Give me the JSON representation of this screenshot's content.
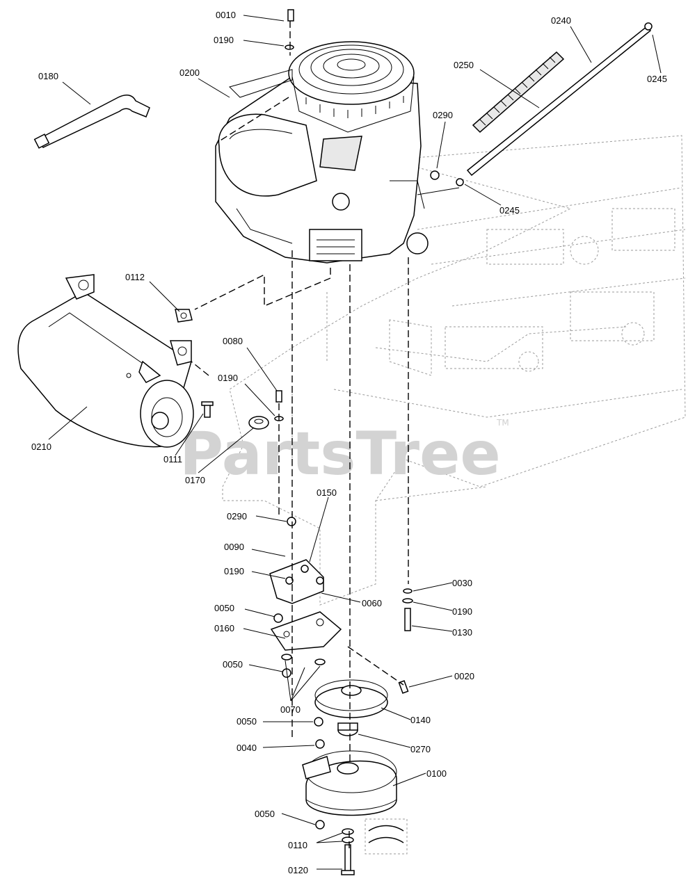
{
  "watermark": {
    "text": "PartsTree",
    "trademark": "TM"
  },
  "callouts": [
    {
      "id": "0010",
      "label": "0010"
    },
    {
      "id": "0190a",
      "label": "0190"
    },
    {
      "id": "0180",
      "label": "0180"
    },
    {
      "id": "0200",
      "label": "0200"
    },
    {
      "id": "0250",
      "label": "0250"
    },
    {
      "id": "0240",
      "label": "0240"
    },
    {
      "id": "0245a",
      "label": "0245"
    },
    {
      "id": "0290a",
      "label": "0290"
    },
    {
      "id": "0245b",
      "label": "0245"
    },
    {
      "id": "0112",
      "label": "0112"
    },
    {
      "id": "0080",
      "label": "0080"
    },
    {
      "id": "0190b",
      "label": "0190"
    },
    {
      "id": "0210",
      "label": "0210"
    },
    {
      "id": "0111",
      "label": "0111"
    },
    {
      "id": "0170",
      "label": "0170"
    },
    {
      "id": "0150",
      "label": "0150"
    },
    {
      "id": "0290b",
      "label": "0290"
    },
    {
      "id": "0090",
      "label": "0090"
    },
    {
      "id": "0190c",
      "label": "0190"
    },
    {
      "id": "0060",
      "label": "0060"
    },
    {
      "id": "0030",
      "label": "0030"
    },
    {
      "id": "0190d",
      "label": "0190"
    },
    {
      "id": "0050a",
      "label": "0050"
    },
    {
      "id": "0130",
      "label": "0130"
    },
    {
      "id": "0160",
      "label": "0160"
    },
    {
      "id": "0050b",
      "label": "0050"
    },
    {
      "id": "0020",
      "label": "0020"
    },
    {
      "id": "0070",
      "label": "0070"
    },
    {
      "id": "0140",
      "label": "0140"
    },
    {
      "id": "0050c",
      "label": "0050"
    },
    {
      "id": "0040",
      "label": "0040"
    },
    {
      "id": "0270",
      "label": "0270"
    },
    {
      "id": "0100",
      "label": "0100"
    },
    {
      "id": "0050d",
      "label": "0050"
    },
    {
      "id": "0110",
      "label": "0110"
    },
    {
      "id": "0120",
      "label": "0120"
    }
  ],
  "colors": {
    "line": "#000000",
    "ghost": "#9a9a9a",
    "watermark": "#d3d3d3"
  }
}
